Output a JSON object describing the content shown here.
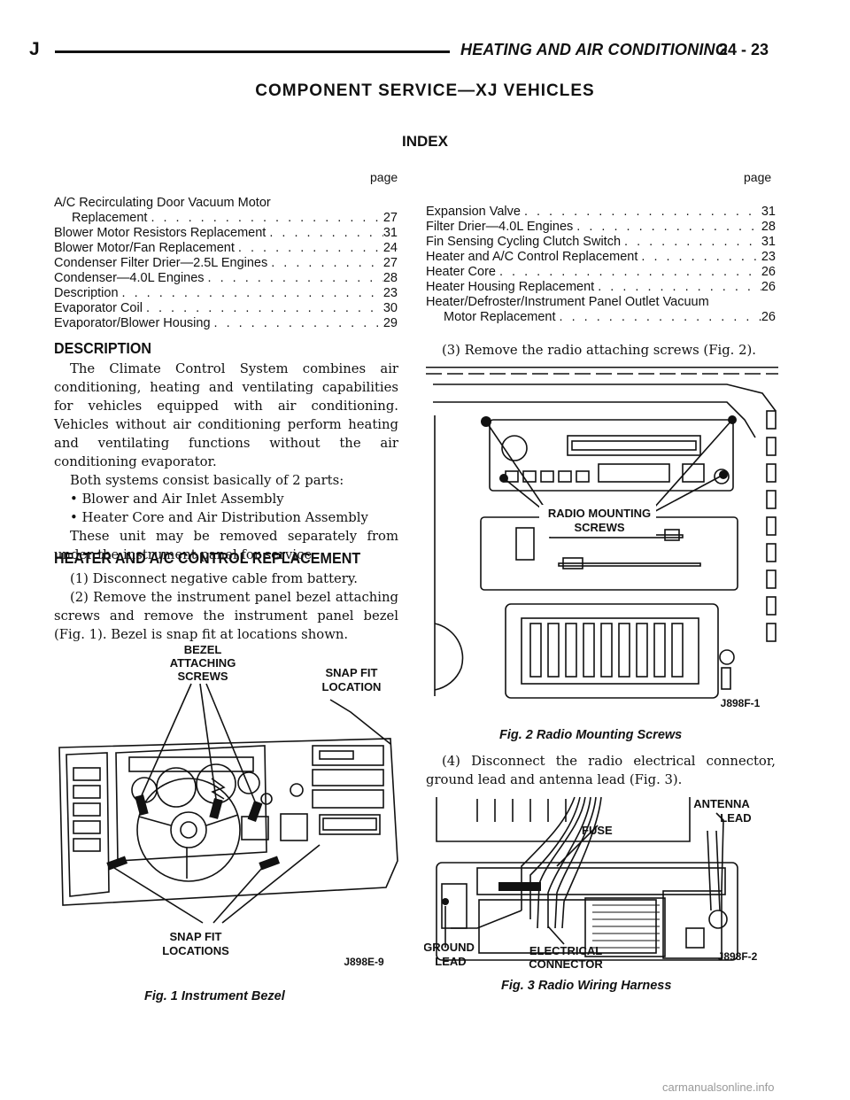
{
  "header": {
    "letter": "J",
    "title": "HEATING AND AIR CONDITIONING",
    "page": "24 - 23"
  },
  "main_title": "COMPONENT SERVICE—XJ VEHICLES",
  "index": {
    "title": "INDEX",
    "page_label": "page",
    "left": [
      {
        "label": "A/C Recirculating Door Vacuum Motor",
        "label2": "Replacement",
        "page": "27"
      },
      {
        "label": "Blower Motor Resistors Replacement",
        "page": "31"
      },
      {
        "label": "Blower Motor/Fan Replacement",
        "page": "24"
      },
      {
        "label": "Condenser Filter Drier—2.5L Engines",
        "page": "27"
      },
      {
        "label": "Condenser—4.0L Engines",
        "page": "28"
      },
      {
        "label": "Description",
        "page": "23"
      },
      {
        "label": "Evaporator Coil",
        "page": "30"
      },
      {
        "label": "Evaporator/Blower Housing",
        "page": "29"
      }
    ],
    "right": [
      {
        "label": "Expansion Valve",
        "page": "31"
      },
      {
        "label": "Filter Drier—4.0L Engines",
        "page": "28"
      },
      {
        "label": "Fin Sensing Cycling Clutch Switch",
        "page": "31"
      },
      {
        "label": "Heater and A/C Control Replacement",
        "page": "23"
      },
      {
        "label": "Heater Core",
        "page": "26"
      },
      {
        "label": "Heater Housing Replacement",
        "page": "26"
      },
      {
        "label": "Heater/Defroster/Instrument Panel Outlet Vacuum",
        "label2": "Motor Replacement",
        "page": "26"
      }
    ]
  },
  "description": {
    "heading": "DESCRIPTION",
    "p1": "The Climate Control System combines air conditioning, heating and ventilating capabilities for vehicles equipped with air conditioning. Vehicles without air conditioning perform heating and ventilating functions without the air conditioning evaporator.",
    "p2": "Both systems consist basically of 2 parts:",
    "bullets": [
      "Blower and Air Inlet Assembly",
      "Heater Core and Air Distribution Assembly"
    ],
    "p3": "These unit may be removed separately from under the instrument panel for service."
  },
  "heater_control": {
    "heading": "HEATER AND A/C CONTROL REPLACEMENT",
    "step1": "(1) Disconnect negative cable from battery.",
    "step2": "(2) Remove the instrument panel bezel attaching screws and remove the instrument panel bezel (Fig. 1). Bezel is snap fit at locations shown.",
    "step3": "(3) Remove the radio attaching screws (Fig. 2).",
    "step4": "(4) Disconnect the radio electrical connector, ground lead and antenna lead (Fig. 3)."
  },
  "figures": {
    "fig1": {
      "caption": "Fig. 1 Instrument Bezel",
      "label_bezel1": "BEZEL",
      "label_bezel2": "ATTACHING",
      "label_bezel3": "SCREWS",
      "label_snap1": "SNAP FIT",
      "label_snap2": "LOCATION",
      "label_snaps1": "SNAP FIT",
      "label_snaps2": "LOCATIONS",
      "code": "J898E-9"
    },
    "fig2": {
      "caption": "Fig. 2 Radio Mounting Screws",
      "label1": "RADIO MOUNTING",
      "label2": "SCREWS",
      "code": "J898F-1"
    },
    "fig3": {
      "caption": "Fig. 3 Radio Wiring Harness",
      "label_fuse": "FUSE",
      "label_antenna1": "ANTENNA",
      "label_antenna2": "LEAD",
      "label_ground1": "GROUND",
      "label_ground2": "LEAD",
      "label_elec1": "ELECTRICAL",
      "label_elec2": "CONNECTOR",
      "code": "J898F-2"
    }
  },
  "watermark": "carmanualsonline.info"
}
